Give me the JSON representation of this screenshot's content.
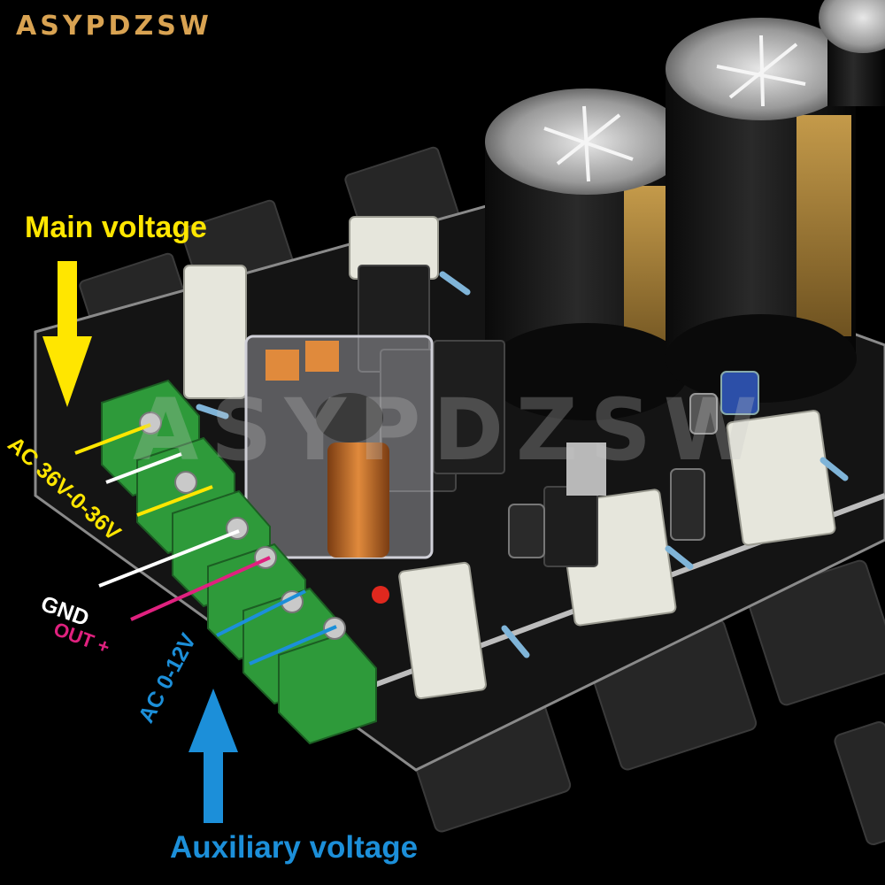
{
  "brand": "ASYPDZSW",
  "watermark": "ASYPDZSW",
  "labels": {
    "main_voltage": "Main voltage",
    "ac_main": "AC 36V-0-36V",
    "gnd": "GND",
    "out_plus": "OUT +",
    "ac_aux": "AC 0-12V",
    "auxiliary_voltage": "Auxiliary voltage"
  },
  "colors": {
    "main": "#ffe600",
    "gnd": "#ffffff",
    "out": "#e0217f",
    "aux": "#1c8fd9",
    "terminal": "#2e9a3a",
    "pcb": "#141414"
  }
}
